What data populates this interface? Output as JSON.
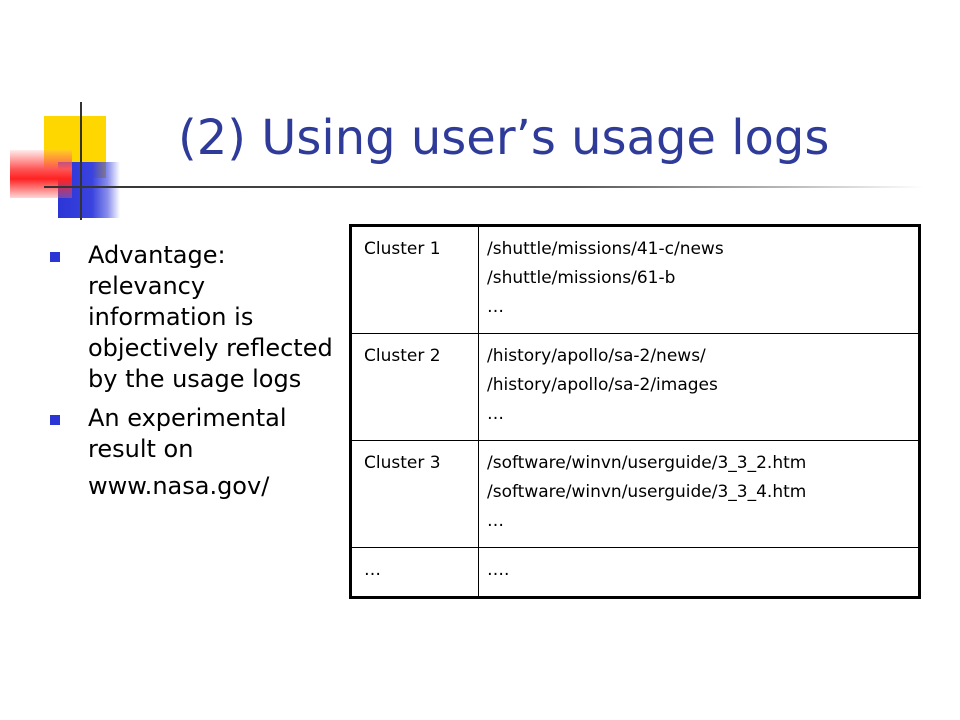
{
  "slide": {
    "title": "(2) Using user’s usage logs",
    "bullets": [
      {
        "text": "Advantage: relevancy information is objectively reflected by the usage logs"
      },
      {
        "text": "An experimental result on",
        "extra": "www.nasa.gov/"
      }
    ]
  },
  "table": {
    "rows": [
      {
        "cluster": "Cluster 1",
        "paths": [
          "/shuttle/missions/41-c/news",
          "/shuttle/missions/61-b",
          "…"
        ]
      },
      {
        "cluster": "Cluster 2",
        "paths": [
          "/history/apollo/sa-2/news/",
          "/history/apollo/sa-2/images",
          "…"
        ]
      },
      {
        "cluster": "Cluster 3",
        "paths": [
          "/software/winvn/userguide/3_3_2.htm",
          "/software/winvn/userguide/3_3_4.htm",
          "…"
        ]
      },
      {
        "cluster": "…",
        "paths": [
          "…."
        ]
      }
    ]
  },
  "colors": {
    "title": "#2f3b99",
    "bullet": "#2b35d6",
    "accent_yellow": "#ffd700",
    "accent_red": "#ff3333"
  }
}
